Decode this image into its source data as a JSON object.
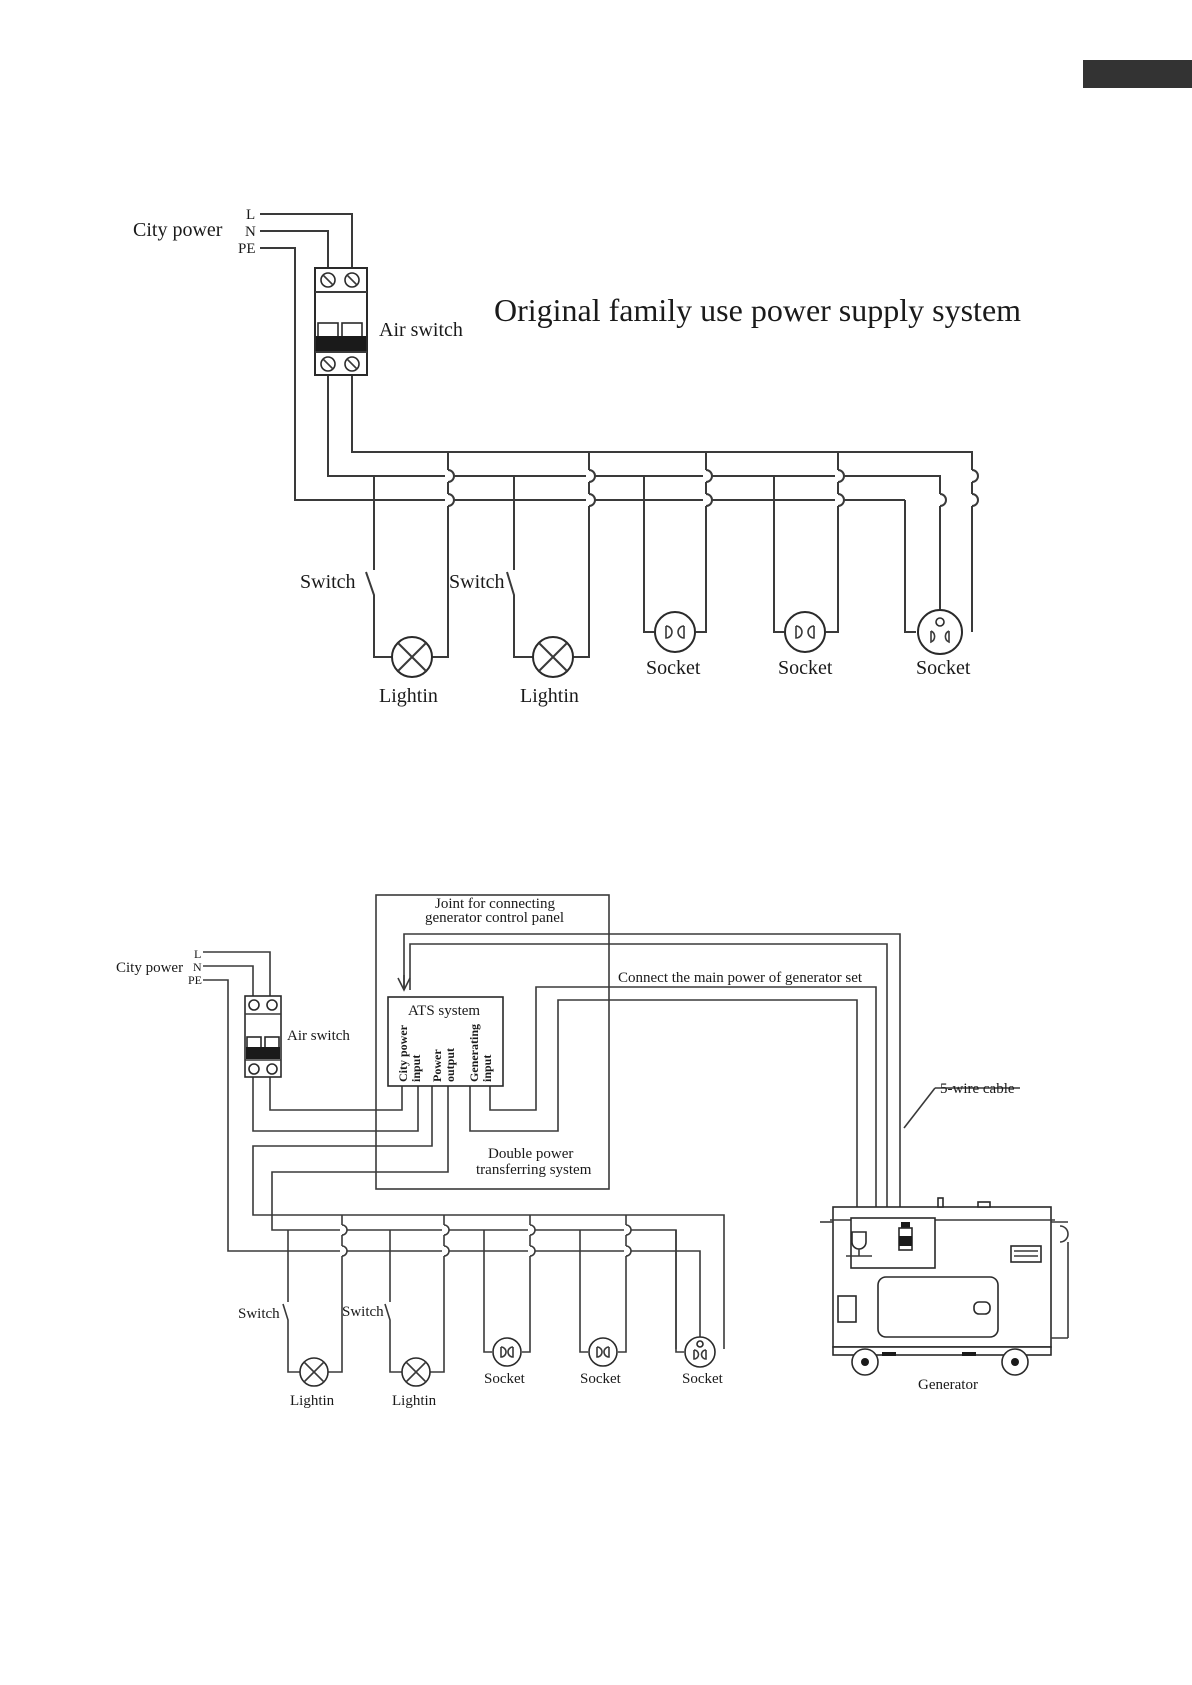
{
  "diagram1": {
    "title": "Original family use power supply system",
    "city_power": "City power",
    "L": "L",
    "N": "N",
    "PE": "PE",
    "air_switch": "Air switch",
    "switch": "Switch",
    "lightin": "Lightin",
    "socket": "Socket"
  },
  "diagram2": {
    "city_power": "City power",
    "L": "L",
    "N": "N",
    "PE": "PE",
    "air_switch": "Air switch",
    "joint_line1": "Joint for connecting",
    "joint_line2": "generator control panel",
    "ats_system": "ATS system",
    "city_power_input_line1": "City power",
    "city_power_input_line2": "input",
    "power_output_line1": "Power",
    "power_output_line2": "output",
    "generating_input_line1": "Generating",
    "generating_input_line2": "input",
    "connect_main_power": "Connect the main power of generator set",
    "five_wire_cable": "5-wire cable",
    "double_power_line1": "Double power",
    "double_power_line2": "transferring system",
    "switch": "Switch",
    "lightin": "Lightin",
    "socket": "Socket",
    "generator": "Generator"
  }
}
